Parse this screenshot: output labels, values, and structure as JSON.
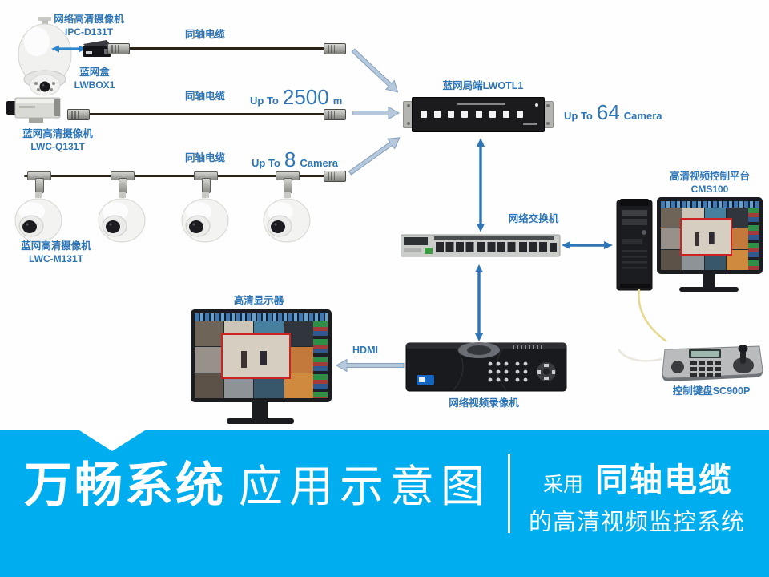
{
  "colors": {
    "banner_blue": "#00aeef",
    "label_blue": "#2e75b6",
    "solid_arrow_blue": "#2e75b6",
    "outline_arrow_fill": "#b6c8dc"
  },
  "nodes": {
    "ptz_camera": {
      "name": "网络高清摄像机",
      "model": "IPC-D131T"
    },
    "lwbox": {
      "name": "蓝网盒",
      "model": "LWBOX1"
    },
    "box_camera": {
      "name": "蓝网高清摄像机",
      "model": "LWC-Q131T"
    },
    "dome_camera": {
      "name": "蓝网高清摄像机",
      "model": "LWC-M131T"
    },
    "lwotl": {
      "name": "蓝网局端LWOTL1"
    },
    "switch": {
      "name": "网络交换机"
    },
    "cms": {
      "name": "高清视频控制平台",
      "model": "CMS100"
    },
    "keyboard": {
      "name": "控制键盘SC900P"
    },
    "nvr": {
      "name": "网络视频录像机"
    },
    "display": {
      "name": "高清显示器"
    }
  },
  "links": {
    "coax1_label": "同轴电缆",
    "coax2_label": "同轴电缆",
    "coax3_label": "同轴电缆",
    "hdmi_label": "HDMI",
    "up_to": "Up To",
    "distance_value": "2500",
    "distance_unit": "m",
    "chain_value": "8",
    "chain_unit": "Camera",
    "system_value": "64",
    "system_unit": "Camera"
  },
  "banner": {
    "title_bold": "万畅系统",
    "title_light": "应用示意图",
    "tagline_prefix": "采用",
    "tagline_highlight": "同轴电缆",
    "tagline_line2": "的高清视频监控系统"
  }
}
